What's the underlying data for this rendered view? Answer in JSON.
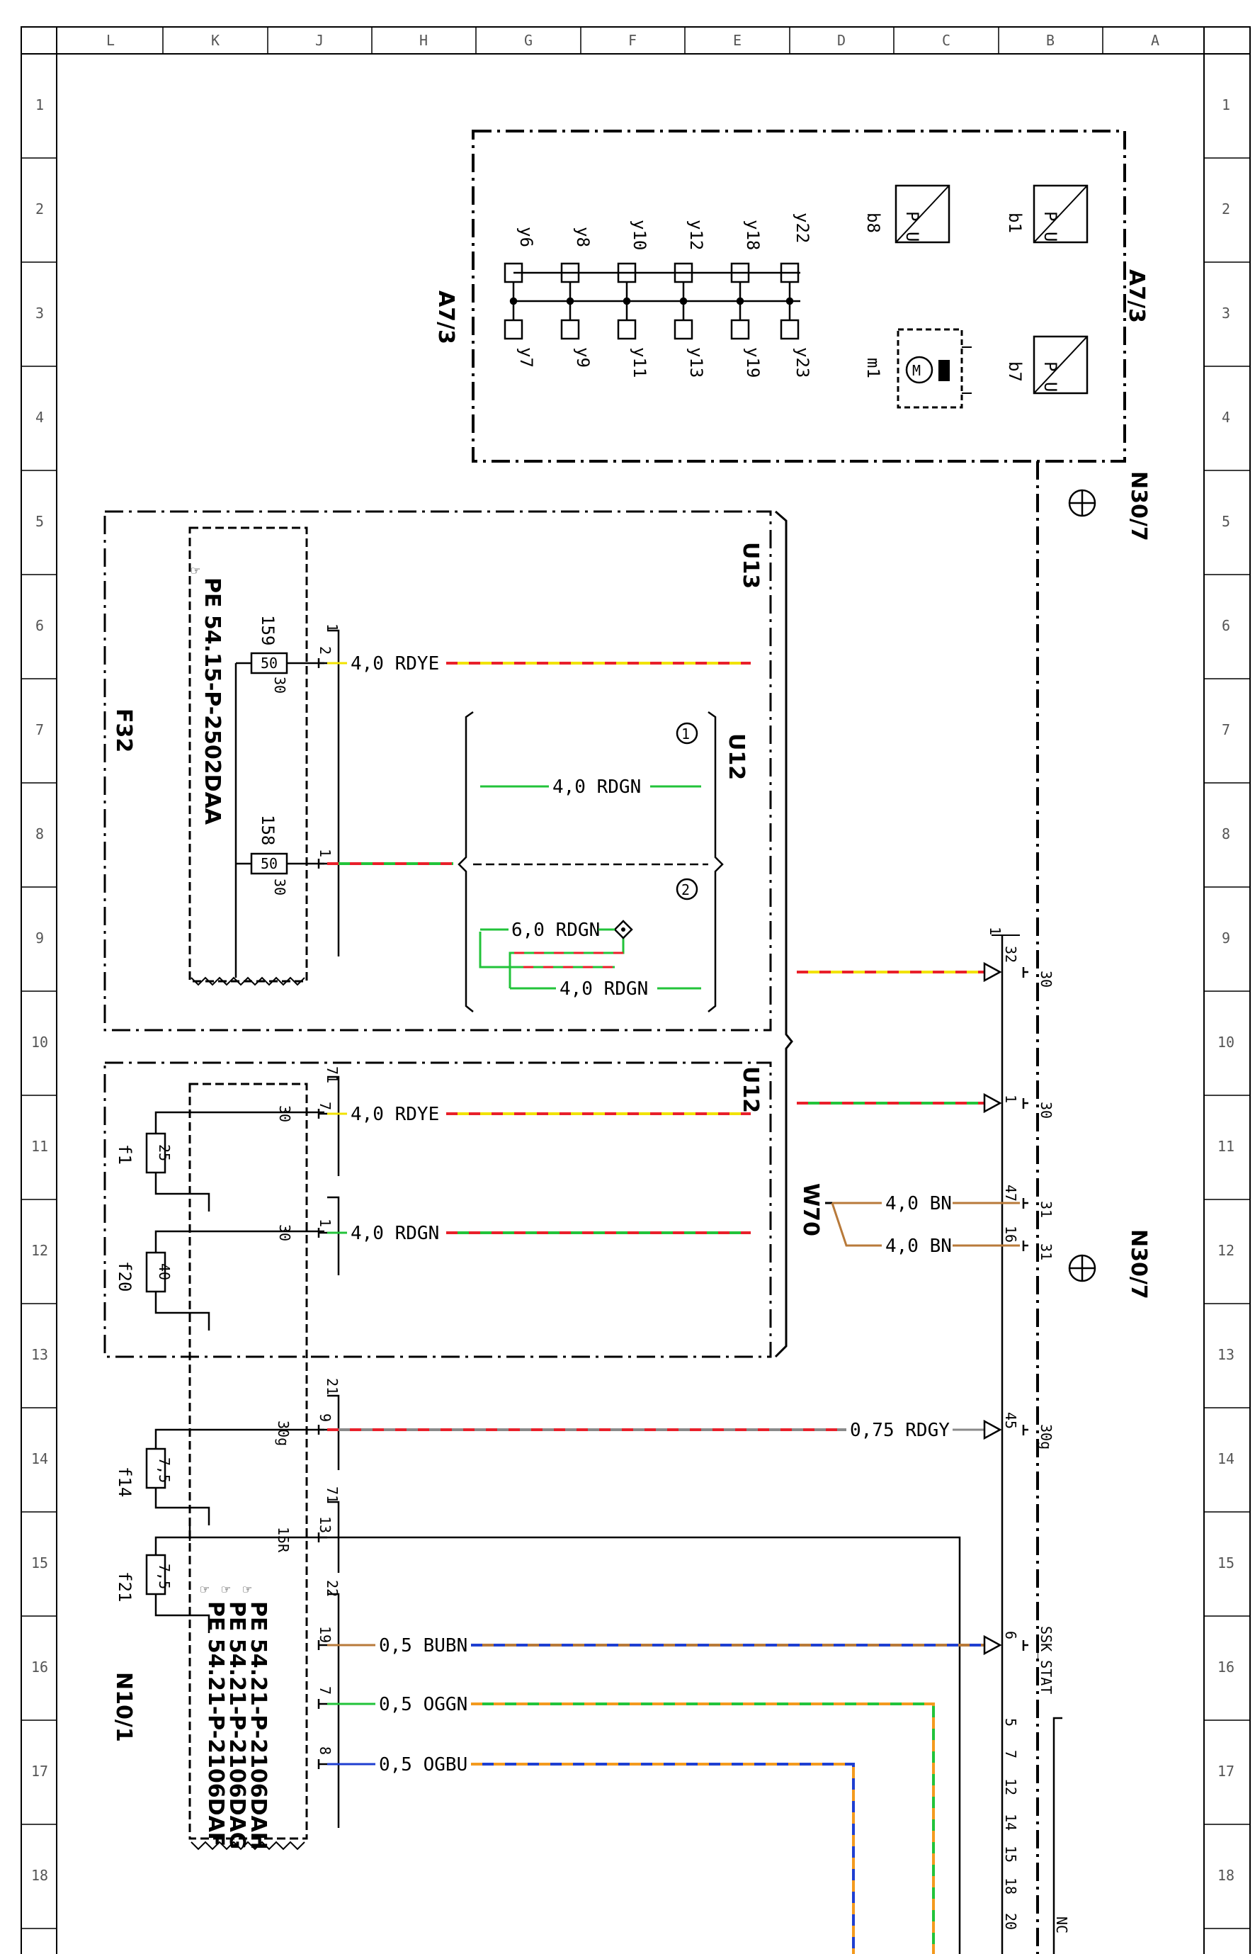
{
  "title_block": {
    "grid_columns": [
      "L",
      "K",
      "J",
      "H",
      "G",
      "F",
      "E",
      "D",
      "C",
      "B",
      "A"
    ],
    "grid_rows": [
      "1",
      "2",
      "3",
      "4",
      "5",
      "6",
      "7",
      "8",
      "9",
      "10",
      "11",
      "12",
      "13",
      "14",
      "15",
      "16",
      "17",
      "18"
    ]
  },
  "components": {
    "a7_3": {
      "label": "A7/3",
      "solenoids_top": [
        "y6",
        "y8",
        "y10",
        "y12",
        "y18",
        "y22"
      ],
      "solenoids_bottom": [
        "y7",
        "y9",
        "y11",
        "y13",
        "y19",
        "y23"
      ],
      "sensors": [
        "b8",
        "b1",
        "b7"
      ],
      "sensor_glyph": "P U",
      "motor": "m1"
    },
    "n30_7": {
      "label": "N30/7",
      "label2": "N30/7"
    },
    "u13": {
      "label": "U13"
    },
    "u12": {
      "label": "U12",
      "label2": "U12",
      "variant1": "1",
      "variant2": "2"
    },
    "f32": {
      "label": "F32",
      "pe_ref": "PE 54.15-P-2502DAA",
      "fuse_159": {
        "num": "159",
        "rating": "50",
        "term": "30"
      },
      "fuse_158": {
        "num": "158",
        "rating": "50",
        "term": "30"
      }
    },
    "n10_1": {
      "label": "N10/1",
      "pe_refs": [
        "PE 54.21-P-2106DAF",
        "PE 54.21-P-2106DAG",
        "PE 54.21-P-2106DAH"
      ],
      "f1": {
        "name": "f1",
        "rating": "25"
      },
      "f20": {
        "name": "f20",
        "rating": "40"
      },
      "f14": {
        "name": "f14",
        "rating": "7,5"
      },
      "f21": {
        "name": "f21",
        "rating": "7,5"
      }
    },
    "w70": {
      "label": "W70"
    }
  },
  "wires": {
    "w_rdye_top": "4,0 RDYE",
    "w_rdgn_u12a": "4,0 RDGN",
    "w_rdgn_6": "6,0 RDGN",
    "w_rdgn_u12b": "4,0 RDGN",
    "w_rdye_mid": "4,0 RDYE",
    "w_rdgn_mid": "4,0 RDGN",
    "w_bn_1": "4,0 BN",
    "w_bn_2": "4,0 BN",
    "w_rdgy": "0,75 RDGY",
    "w_bubn": "0,5 BUBN",
    "w_oggn": "0,5 OGGN",
    "w_ogbu": "0,5 OGBU"
  },
  "terminals": {
    "f32_conn1": "1",
    "f32_pin2": "2",
    "f32_pin1": "1",
    "n30_conn1": "1",
    "n30_pin32": "32",
    "n30_t30a": "30",
    "n30_pin1": "1",
    "n30_t30b": "30",
    "n30_pin47": "47",
    "n30_t31a": "31",
    "n30_pin16": "16",
    "n30_t31b": "31",
    "n30_pin45": "45",
    "n30_t30g": "30g",
    "n30_pin6": "6",
    "n30_ssk": "SSK_STAT",
    "n30_pins_bottom": [
      "5",
      "7",
      "12",
      "14",
      "15",
      "18",
      "20"
    ],
    "n30_nc": "NC",
    "n10_conn71a": "71",
    "n10_pin7a": "7",
    "n10_t30a": "30",
    "n10_pin1": "1",
    "n10_t30b": "30",
    "n10_conn21": "21",
    "n10_pin9": "9",
    "n10_t30g": "30g",
    "n10_conn71b": "71",
    "n10_pin13": "13",
    "n10_t15r": "15R",
    "n10_conn22": "22",
    "n10_pin19": "19",
    "n10_pin7b": "7",
    "n10_pin8": "8"
  },
  "colors": {
    "red": "#e8202a",
    "yellow": "#f2e200",
    "green": "#22c33a",
    "brown": "#b87a3a",
    "blue": "#1f3fd0",
    "orange": "#f39a1e",
    "grey": "#8a8a8a"
  }
}
